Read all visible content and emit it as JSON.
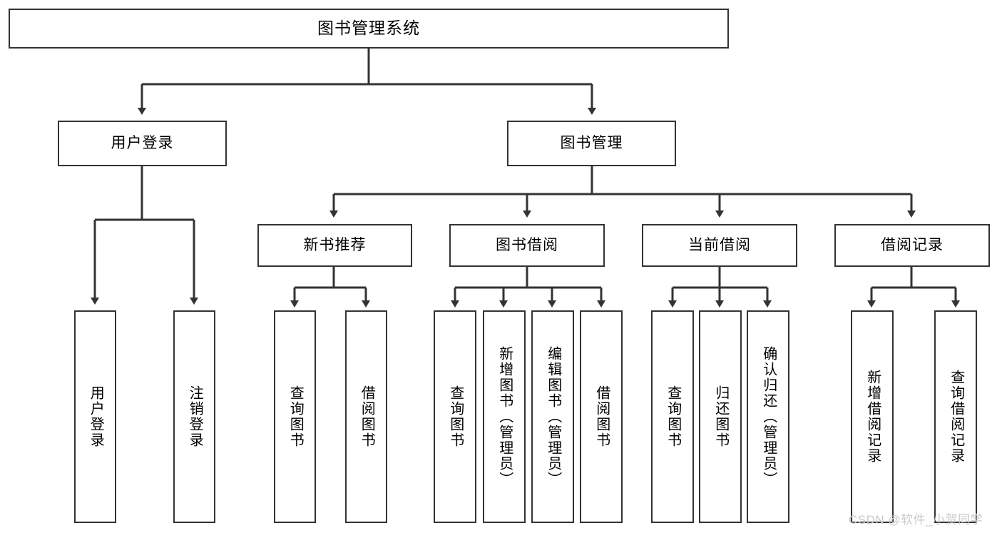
{
  "diagram": {
    "type": "tree-flowchart",
    "title": "图书管理系统",
    "orientation": "top-down",
    "root": {
      "label": "图书管理系统"
    },
    "level2": [
      {
        "label": "用户登录"
      },
      {
        "label": "图书管理"
      }
    ],
    "level3": [
      {
        "label": "新书推荐"
      },
      {
        "label": "图书借阅"
      },
      {
        "label": "当前借阅"
      },
      {
        "label": "借阅记录"
      }
    ],
    "leaves": {
      "user_login": [
        {
          "label": "用户登录"
        },
        {
          "label": "注销登录"
        }
      ],
      "new_book_recommend": [
        {
          "label": "查询图书"
        },
        {
          "label": "借阅图书"
        }
      ],
      "book_borrow": [
        {
          "label": "查询图书"
        },
        {
          "label": "新增图书（管理员）"
        },
        {
          "label": "编辑图书（管理员）"
        },
        {
          "label": "借阅图书"
        }
      ],
      "current_borrow": [
        {
          "label": "查询图书"
        },
        {
          "label": "归还图书"
        },
        {
          "label": "确认归还（管理员）"
        }
      ],
      "borrow_record": [
        {
          "label": "新增借阅记录"
        },
        {
          "label": "查询借阅记录"
        }
      ]
    }
  },
  "watermark": {
    "text": "CSDN @软件_小贺同学"
  },
  "colors": {
    "stroke": "#333333",
    "fill": "#ffffff",
    "text": "#000000",
    "watermark": "#c9c9c9"
  }
}
